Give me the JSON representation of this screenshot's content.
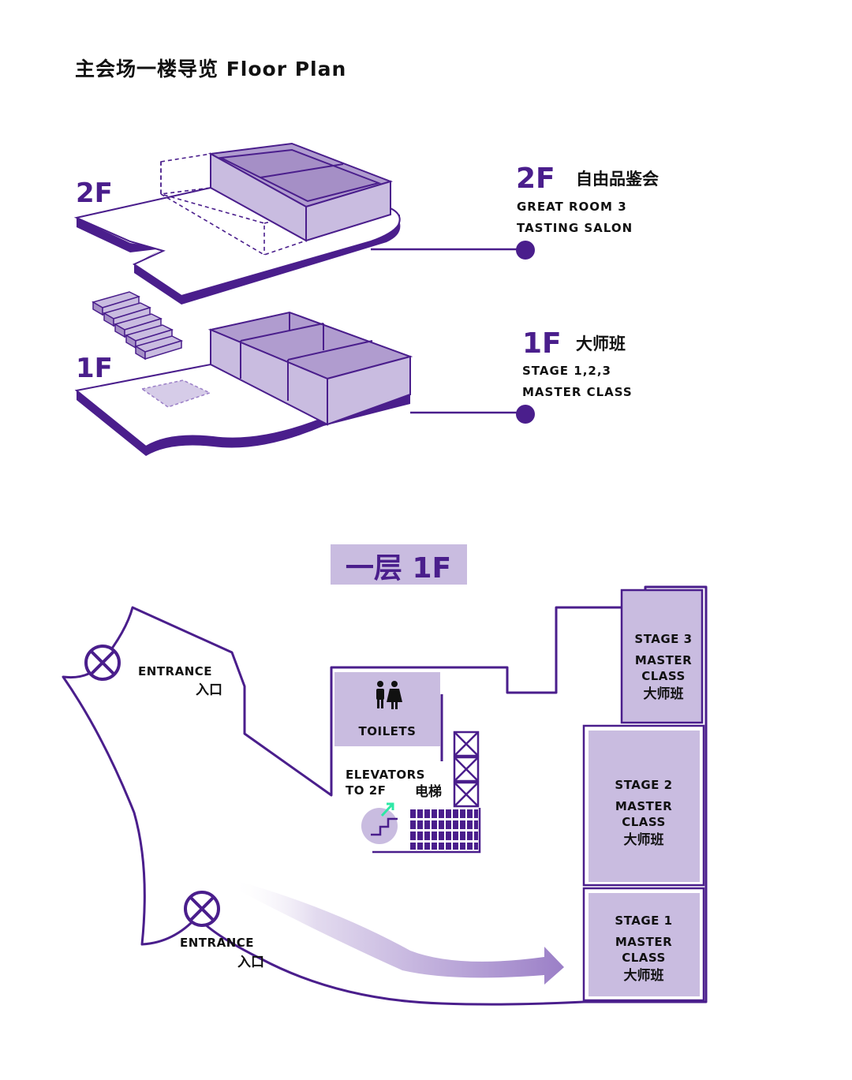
{
  "title": "主会场一楼导览  Floor Plan",
  "iso": {
    "floor2_tag": "2F",
    "floor1_tag": "1F"
  },
  "legend": [
    {
      "floor": "2F",
      "name_cn": "自由品鉴会",
      "line1": "GREAT ROOM 3",
      "line2": "TASTING SALON"
    },
    {
      "floor": "1F",
      "name_cn": "大师班",
      "line1": "STAGE 1,2,3",
      "line2": "MASTER CLASS"
    }
  ],
  "plan": {
    "heading": "一层 1F",
    "entrance_top": {
      "en": "ENTRANCE",
      "cn": "入口"
    },
    "entrance_bottom": {
      "en": "ENTRANCE",
      "cn": "入口"
    },
    "toilets": {
      "label": "TOILETS",
      "icon": "restroom-icon"
    },
    "elevators": {
      "line1": "ELEVATORS",
      "line2": "TO 2F",
      "cn": "电梯",
      "icon": "escalator-icon"
    },
    "stages": [
      {
        "id": "stage3",
        "line1": "STAGE 3",
        "line2": "MASTER",
        "line3": "CLASS",
        "cn": "大师班"
      },
      {
        "id": "stage2",
        "line1": "STAGE 2",
        "line2": "MASTER",
        "line3": "CLASS",
        "cn": "大师班"
      },
      {
        "id": "stage1",
        "line1": "STAGE 1",
        "line2": "MASTER",
        "line3": "CLASS",
        "cn": "大师班"
      }
    ]
  },
  "colors": {
    "outline": "#4a1e8c",
    "fill_light": "#c9bce0",
    "fill_mid": "#b09ccf",
    "accent_green": "#2ee8a6"
  }
}
